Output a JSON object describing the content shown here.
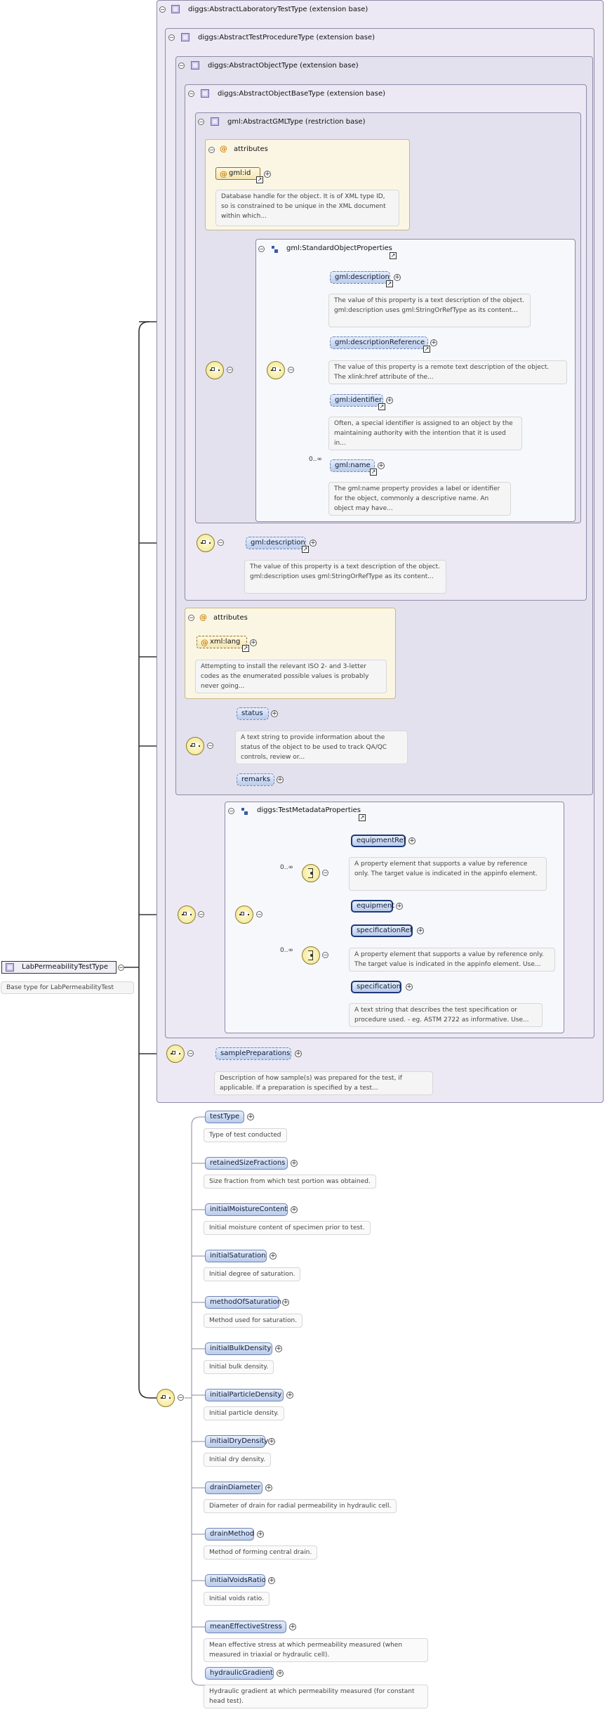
{
  "root": {
    "name": "LabPermeabilityTestType",
    "doc": "Base type for LabPermeabilityTest"
  },
  "types": {
    "t1": "diggs:AbstractLaboratoryTestType (extension base)",
    "t2": "diggs:AbstractTestProcedureType (extension base)",
    "t3": "diggs:AbstractObjectType (extension base)",
    "t4": "diggs:AbstractObjectBaseType (extension base)",
    "t5": "gml:AbstractGMLType (restriction base)"
  },
  "attributes_label": "attributes",
  "gml_id": {
    "name": "gml:id",
    "doc": "Database handle for the object. It is of XML type ID, so is constrained to be unique in the XML document within which..."
  },
  "standard_object_properties": {
    "group": "gml:StandardObjectProperties",
    "items": [
      {
        "name": "gml:description",
        "doc": "The value of this property is a text description of the object. gml:description uses gml:StringOrRefType as its content..."
      },
      {
        "name": "gml:descriptionReference",
        "doc": "The value of this property is a remote text description of the object. The xlink:href attribute of the..."
      },
      {
        "name": "gml:identifier",
        "doc": "Often, a special identifier is assigned to an object by the maintaining authority with the intention that it is used in..."
      },
      {
        "name": "gml:name",
        "doc": "The gml:name property provides a label or identifier for the object, commonly a descriptive name. An object may have..."
      }
    ],
    "name_cardinality": "0..∞"
  },
  "base_description": {
    "name": "gml:description",
    "doc": "The value of this property is a text description of the object. gml:description uses gml:StringOrRefType as its content..."
  },
  "xml_lang": {
    "name": "xml:lang",
    "doc": "Attempting to install the relevant ISO 2- and 3-letter codes as the enumerated possible values is probably never going..."
  },
  "status": {
    "name": "status",
    "doc": "A text string to provide information about the status of the object to be used to track QA/QC controls, review or..."
  },
  "remarks": {
    "name": "remarks"
  },
  "test_metadata": {
    "group": "diggs:TestMetadataProperties",
    "card1": "0..∞",
    "card2": "0..∞",
    "equipmentRef": {
      "name": "equipmentRef",
      "doc": "A property element that supports a value by reference only. The target value is indicated in the appinfo element."
    },
    "equipment": {
      "name": "equipment"
    },
    "specificationRef": {
      "name": "specificationRef",
      "doc": "A property element that supports a value by reference only. The target value is indicated in the appinfo element. Use..."
    },
    "specification": {
      "name": "specification",
      "doc": "A text string that describes the test specification or procedure used. - eg. ASTM 2722 as informative. Use..."
    }
  },
  "sample_preparations": {
    "name": "samplePreparations",
    "doc": "Description of how sample(s) was prepared for the test, if applicable. If a preparation is specified by a test..."
  },
  "lab_elements": [
    {
      "name": "testType",
      "doc": "Type of test conducted"
    },
    {
      "name": "retainedSizeFractions",
      "doc": "Size fraction from which test portion was obtained."
    },
    {
      "name": "initialMoistureContent",
      "doc": "Initial moisture content of specimen prior to test."
    },
    {
      "name": "initialSaturation",
      "doc": "Initial degree of saturation."
    },
    {
      "name": "methodOfSaturation",
      "doc": "Method used for saturation."
    },
    {
      "name": "initialBulkDensity",
      "doc": "Initial bulk density."
    },
    {
      "name": "initialParticleDensity",
      "doc": "Initial particle density."
    },
    {
      "name": "initialDryDensity",
      "doc": "Initial dry density."
    },
    {
      "name": "drainDiameter",
      "doc": "Diameter of drain for radial permeability in hydraulic cell."
    },
    {
      "name": "drainMethod",
      "doc": "Method of forming central drain."
    },
    {
      "name": "initialVoidsRatio",
      "doc": "Initial voids ratio."
    },
    {
      "name": "meanEffectiveStress",
      "doc": "Mean effective stress at which permeability measured (when measured in triaxial or hydraulic cell)."
    },
    {
      "name": "hydraulicGradient",
      "doc": "Hydraulic gradient at which permeability measured (for constant head test)."
    }
  ]
}
